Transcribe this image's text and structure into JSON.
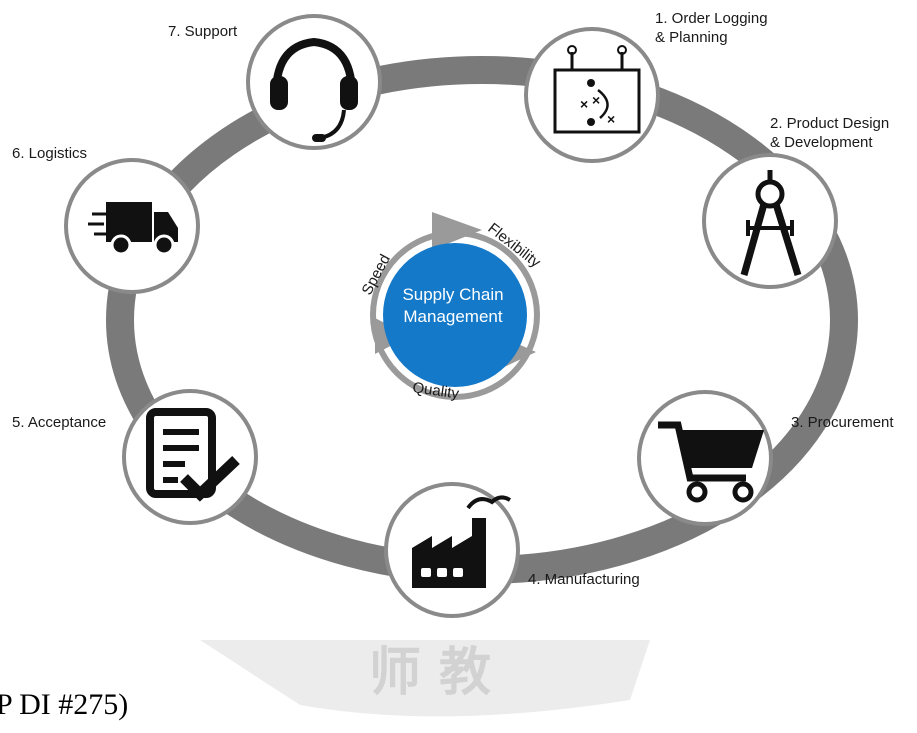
{
  "center": {
    "title_line1": "Supply Chain",
    "title_line2": "Management",
    "arc_labels": [
      "Speed",
      "Flexibility",
      "Quality"
    ],
    "accent_color": "#1479c9"
  },
  "steps": [
    {
      "label_line1": "1. Order Logging",
      "label_line2": "& Planning",
      "icon": "strategy-board-icon"
    },
    {
      "label_line1": "2. Product Design",
      "label_line2": "& Development",
      "icon": "drafting-compass-icon"
    },
    {
      "label_line1": "3. Procurement",
      "label_line2": "",
      "icon": "shopping-cart-icon"
    },
    {
      "label_line1": "4. Manufacturing",
      "label_line2": "",
      "icon": "factory-icon"
    },
    {
      "label_line1": "5. Acceptance",
      "label_line2": "",
      "icon": "checklist-icon"
    },
    {
      "label_line1": "6. Logistics",
      "label_line2": "",
      "icon": "delivery-truck-icon"
    },
    {
      "label_line1": "7. Support",
      "label_line2": "",
      "icon": "headset-icon"
    }
  ],
  "watermark": {
    "text": "师 教"
  },
  "footer": {
    "text": "P DI #275)"
  },
  "colors": {
    "ring": "#7a7a7a",
    "circle_border": "#8a8a8a",
    "arrow": "#999999",
    "icon": "#111111"
  }
}
